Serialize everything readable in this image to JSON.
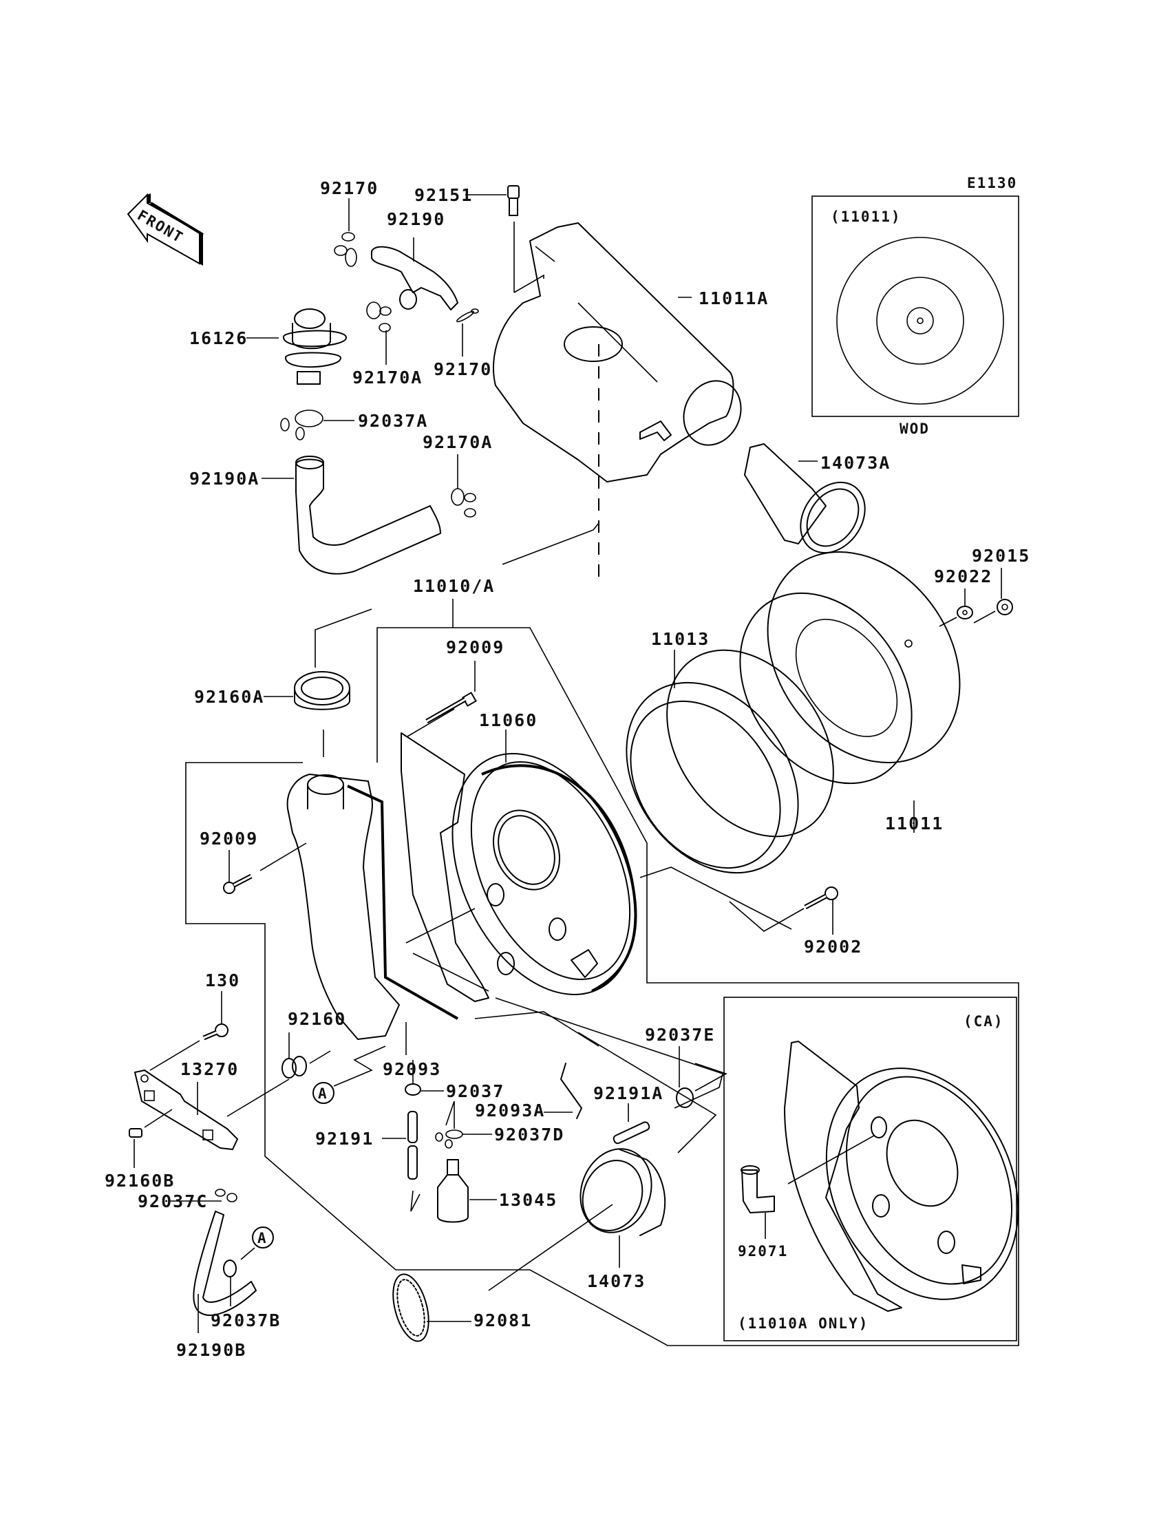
{
  "diagram": {
    "code": "E1130",
    "front_arrow": "FRONT",
    "inset_top": {
      "title": "(11011)",
      "caption": "WOD"
    },
    "inset_bottom": {
      "title": "(CA)",
      "part": "92071",
      "caption": "(11010A ONLY)"
    },
    "callout_marker": "A",
    "labels": {
      "p92170_top": "92170",
      "p92151": "92151",
      "p92190": "92190",
      "p11011A": "11011A",
      "p16126": "16126",
      "p92170A_mid": "92170A",
      "p92170_mid": "92170",
      "p92037A": "92037A",
      "p92170A_low": "92170A",
      "p92190A": "92190A",
      "p14073A": "14073A",
      "p11010A": "11010/A",
      "p92009_top": "92009",
      "p11060": "11060",
      "p92160A": "92160A",
      "p11013": "11013",
      "p92022": "92022",
      "p92015": "92015",
      "p11011": "11011",
      "p92009_left": "92009",
      "p92002": "92002",
      "p130": "130",
      "p92160": "92160",
      "p13270": "13270",
      "p92093": "92093",
      "p92037": "92037",
      "p92093A": "92093A",
      "p92037D": "92037D",
      "p92037E": "92037E",
      "p92191A": "92191A",
      "p92191": "92191",
      "p13045": "13045",
      "p92160B": "92160B",
      "p92037C": "92037C",
      "p92037B": "92037B",
      "p92081": "92081",
      "p14073": "14073",
      "p92190B": "92190B"
    }
  }
}
